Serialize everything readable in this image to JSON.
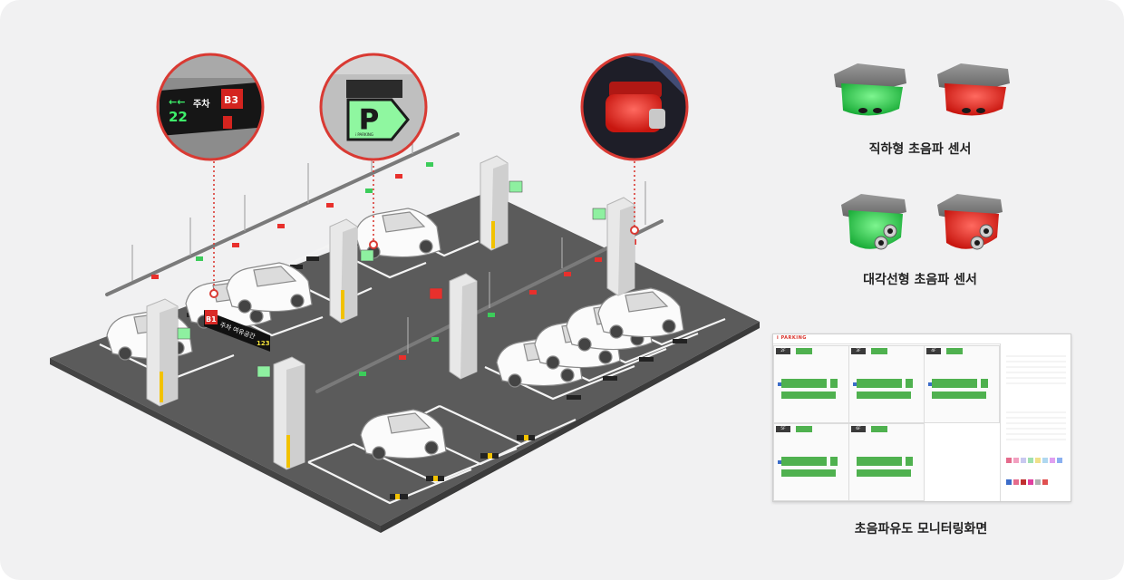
{
  "sensors": {
    "vertical_label": "직하형 초음파 센서",
    "diagonal_label": "대각선형 초음파 센서"
  },
  "monitoring": {
    "label": "초음파유도 모니터링화면",
    "floors": [
      "2F",
      "3F",
      "4F",
      "5F",
      "6F"
    ]
  },
  "signs": {
    "direction_arrow": "←←",
    "direction_count": "22",
    "direction_text": "주차",
    "floor_b3": "B3",
    "floor_b1": "B1",
    "available_text": "주차 여유공간",
    "available_count": "123",
    "p_sign_brand": "i PARKING"
  },
  "colors": {
    "available": "#3ccc5a",
    "occupied": "#e8302c",
    "callout_ring": "#d93a33",
    "floor": "#5b5b5b"
  }
}
